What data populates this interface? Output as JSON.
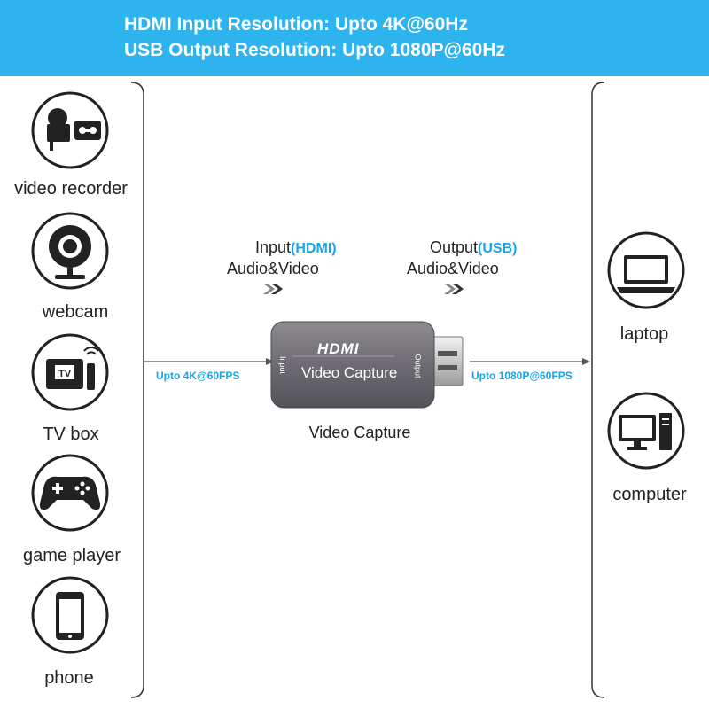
{
  "banner": {
    "line1": "HDMI Input Resolution: Upto 4K@60Hz",
    "line2": "USB Output Resolution: Upto 1080P@60Hz",
    "color": "#2db3ee"
  },
  "sources": [
    {
      "label": "video recorder",
      "icon": "video-recorder-icon"
    },
    {
      "label": "webcam",
      "icon": "webcam-icon"
    },
    {
      "label": "TV box",
      "icon": "tv-box-icon"
    },
    {
      "label": "game player",
      "icon": "gamepad-icon"
    },
    {
      "label": "phone",
      "icon": "phone-icon"
    }
  ],
  "targets": [
    {
      "label": "laptop",
      "icon": "laptop-icon"
    },
    {
      "label": "computer",
      "icon": "computer-icon"
    }
  ],
  "input": {
    "prefix": "Input",
    "highlight": "(HDMI)",
    "sub": "Audio&Video",
    "speed": "Upto 4K@60FPS"
  },
  "output": {
    "prefix": "Output",
    "highlight": "(USB)",
    "sub": "Audio&Video",
    "speed": "Upto 1080P@60FPS"
  },
  "device": {
    "logo": "HDMI",
    "name": "Video Capture",
    "port_in": "Input",
    "port_out": "Output",
    "caption": "Video Capture"
  },
  "accent": "#1aa5e8"
}
